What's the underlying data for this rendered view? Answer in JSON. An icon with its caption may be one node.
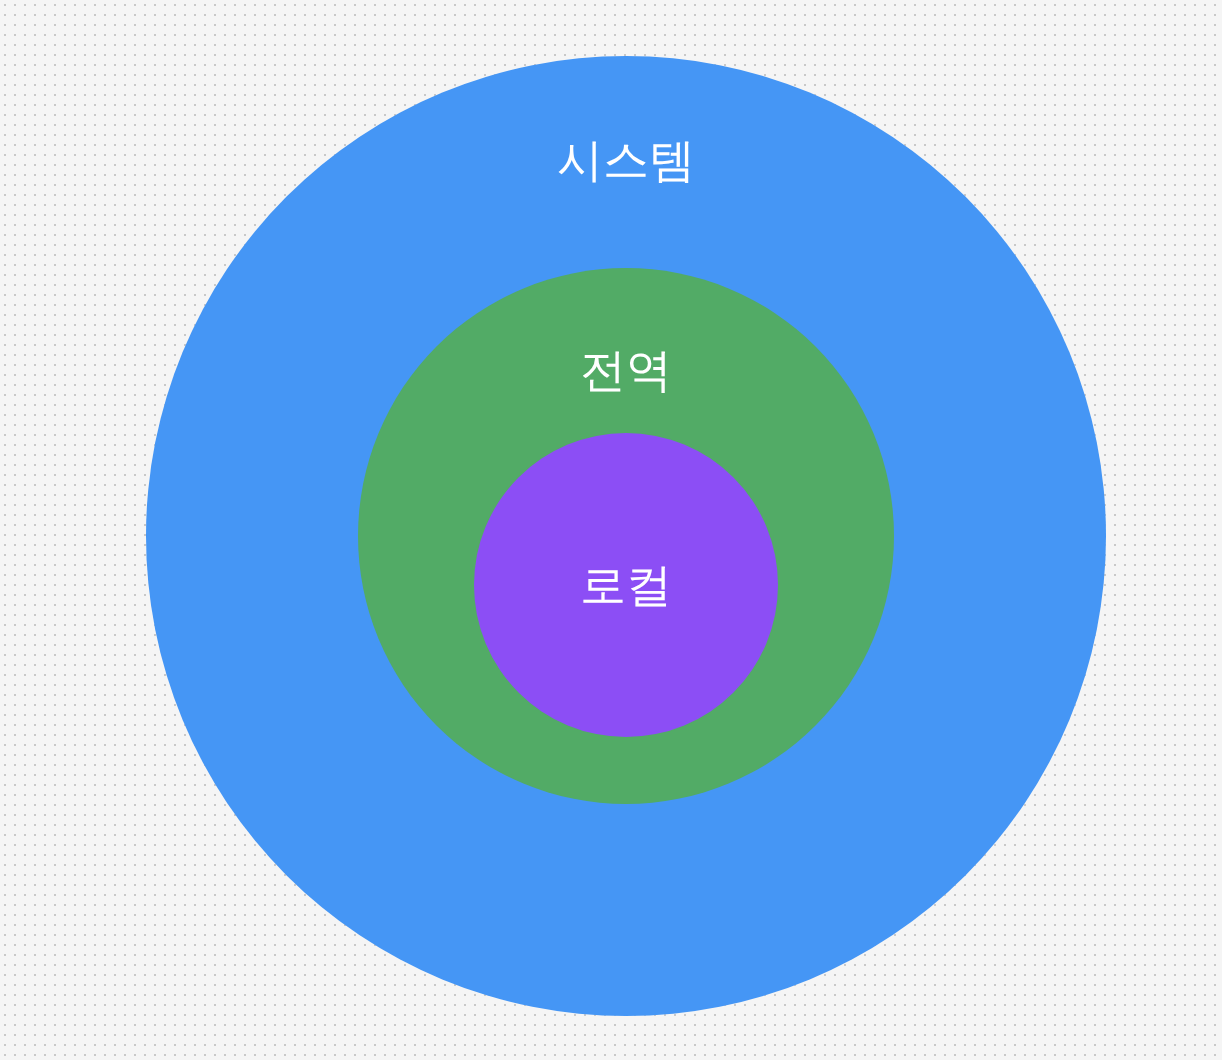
{
  "diagram": {
    "nodes": [
      {
        "text": [
          "시스템"
        ]
      },
      {
        "text": [
          "전역"
        ],
        "in": 0
      },
      {
        "text": [
          "로컬"
        ],
        "in": 1
      }
    ]
  }
}
